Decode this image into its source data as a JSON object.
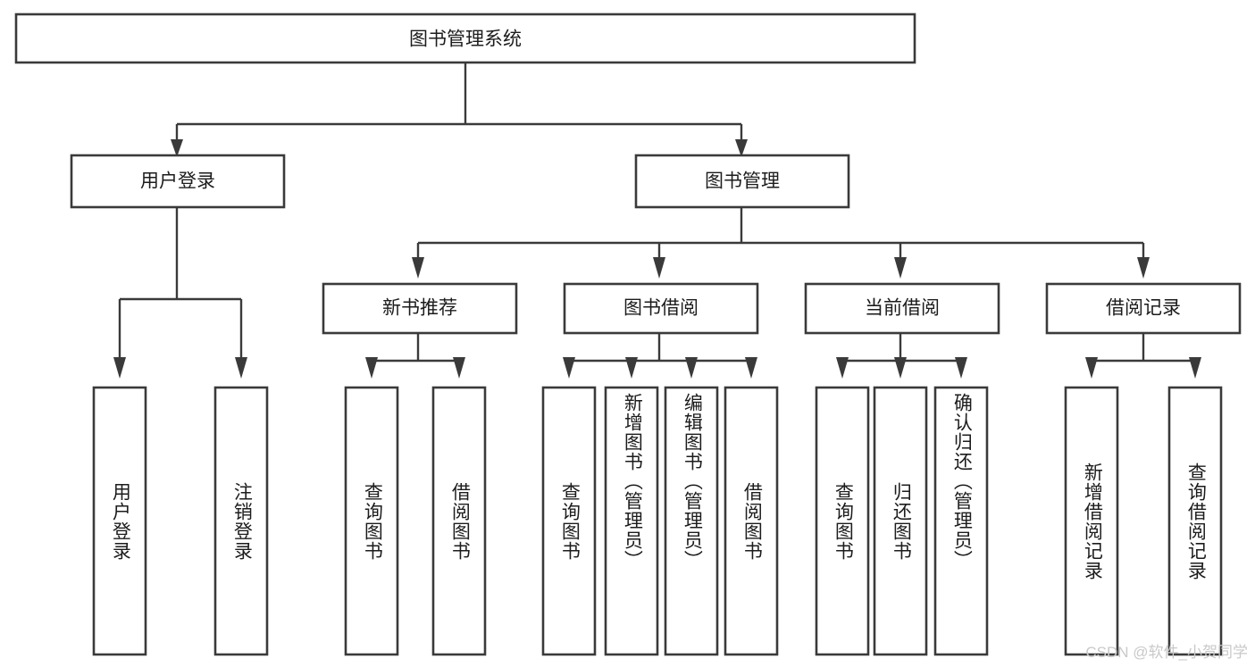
{
  "diagram": {
    "type": "tree",
    "title": "图书管理系统",
    "root": {
      "id": "root",
      "label": "图书管理系统"
    },
    "level1": [
      {
        "id": "user-login",
        "label": "用户登录"
      },
      {
        "id": "book-manage",
        "label": "图书管理"
      }
    ],
    "level2": [
      {
        "id": "new-book-rec",
        "label": "新书推荐",
        "parent": "book-manage"
      },
      {
        "id": "book-borrow",
        "label": "图书借阅",
        "parent": "book-manage"
      },
      {
        "id": "current-borrow",
        "label": "当前借阅",
        "parent": "book-manage"
      },
      {
        "id": "borrow-record",
        "label": "借阅记录",
        "parent": "book-manage"
      }
    ],
    "leaves": [
      {
        "id": "leaf-user-login",
        "label": "用户登录",
        "parent": "user-login"
      },
      {
        "id": "leaf-logout-login",
        "label": "注销登录",
        "parent": "user-login"
      },
      {
        "id": "leaf-query-book-1",
        "label": "查询图书",
        "parent": "new-book-rec"
      },
      {
        "id": "leaf-borrow-book-1",
        "label": "借阅图书",
        "parent": "new-book-rec"
      },
      {
        "id": "leaf-query-book-2",
        "label": "查询图书",
        "parent": "book-borrow"
      },
      {
        "id": "leaf-add-book",
        "label": "新增图书（管理员）",
        "parent": "book-borrow"
      },
      {
        "id": "leaf-edit-book",
        "label": "编辑图书（管理员）",
        "parent": "book-borrow"
      },
      {
        "id": "leaf-borrow-book-2",
        "label": "借阅图书",
        "parent": "book-borrow"
      },
      {
        "id": "leaf-query-book-3",
        "label": "查询图书",
        "parent": "current-borrow"
      },
      {
        "id": "leaf-return-book",
        "label": "归还图书",
        "parent": "current-borrow"
      },
      {
        "id": "leaf-confirm-return",
        "label": "确认归还（管理员）",
        "parent": "current-borrow"
      },
      {
        "id": "leaf-add-record",
        "label": "新增借阅记录",
        "parent": "borrow-record"
      },
      {
        "id": "leaf-query-record",
        "label": "查询借阅记录",
        "parent": "borrow-record"
      }
    ],
    "colors": {
      "background": "#ffffff",
      "box_fill": "#ffffff",
      "box_stroke": "#3a3a3a",
      "connector": "#3a3a3a",
      "text": "#1c1c1c",
      "watermark": "#c9c9c9"
    }
  },
  "watermark": {
    "text": "CSDN @软件_小贺同学"
  }
}
